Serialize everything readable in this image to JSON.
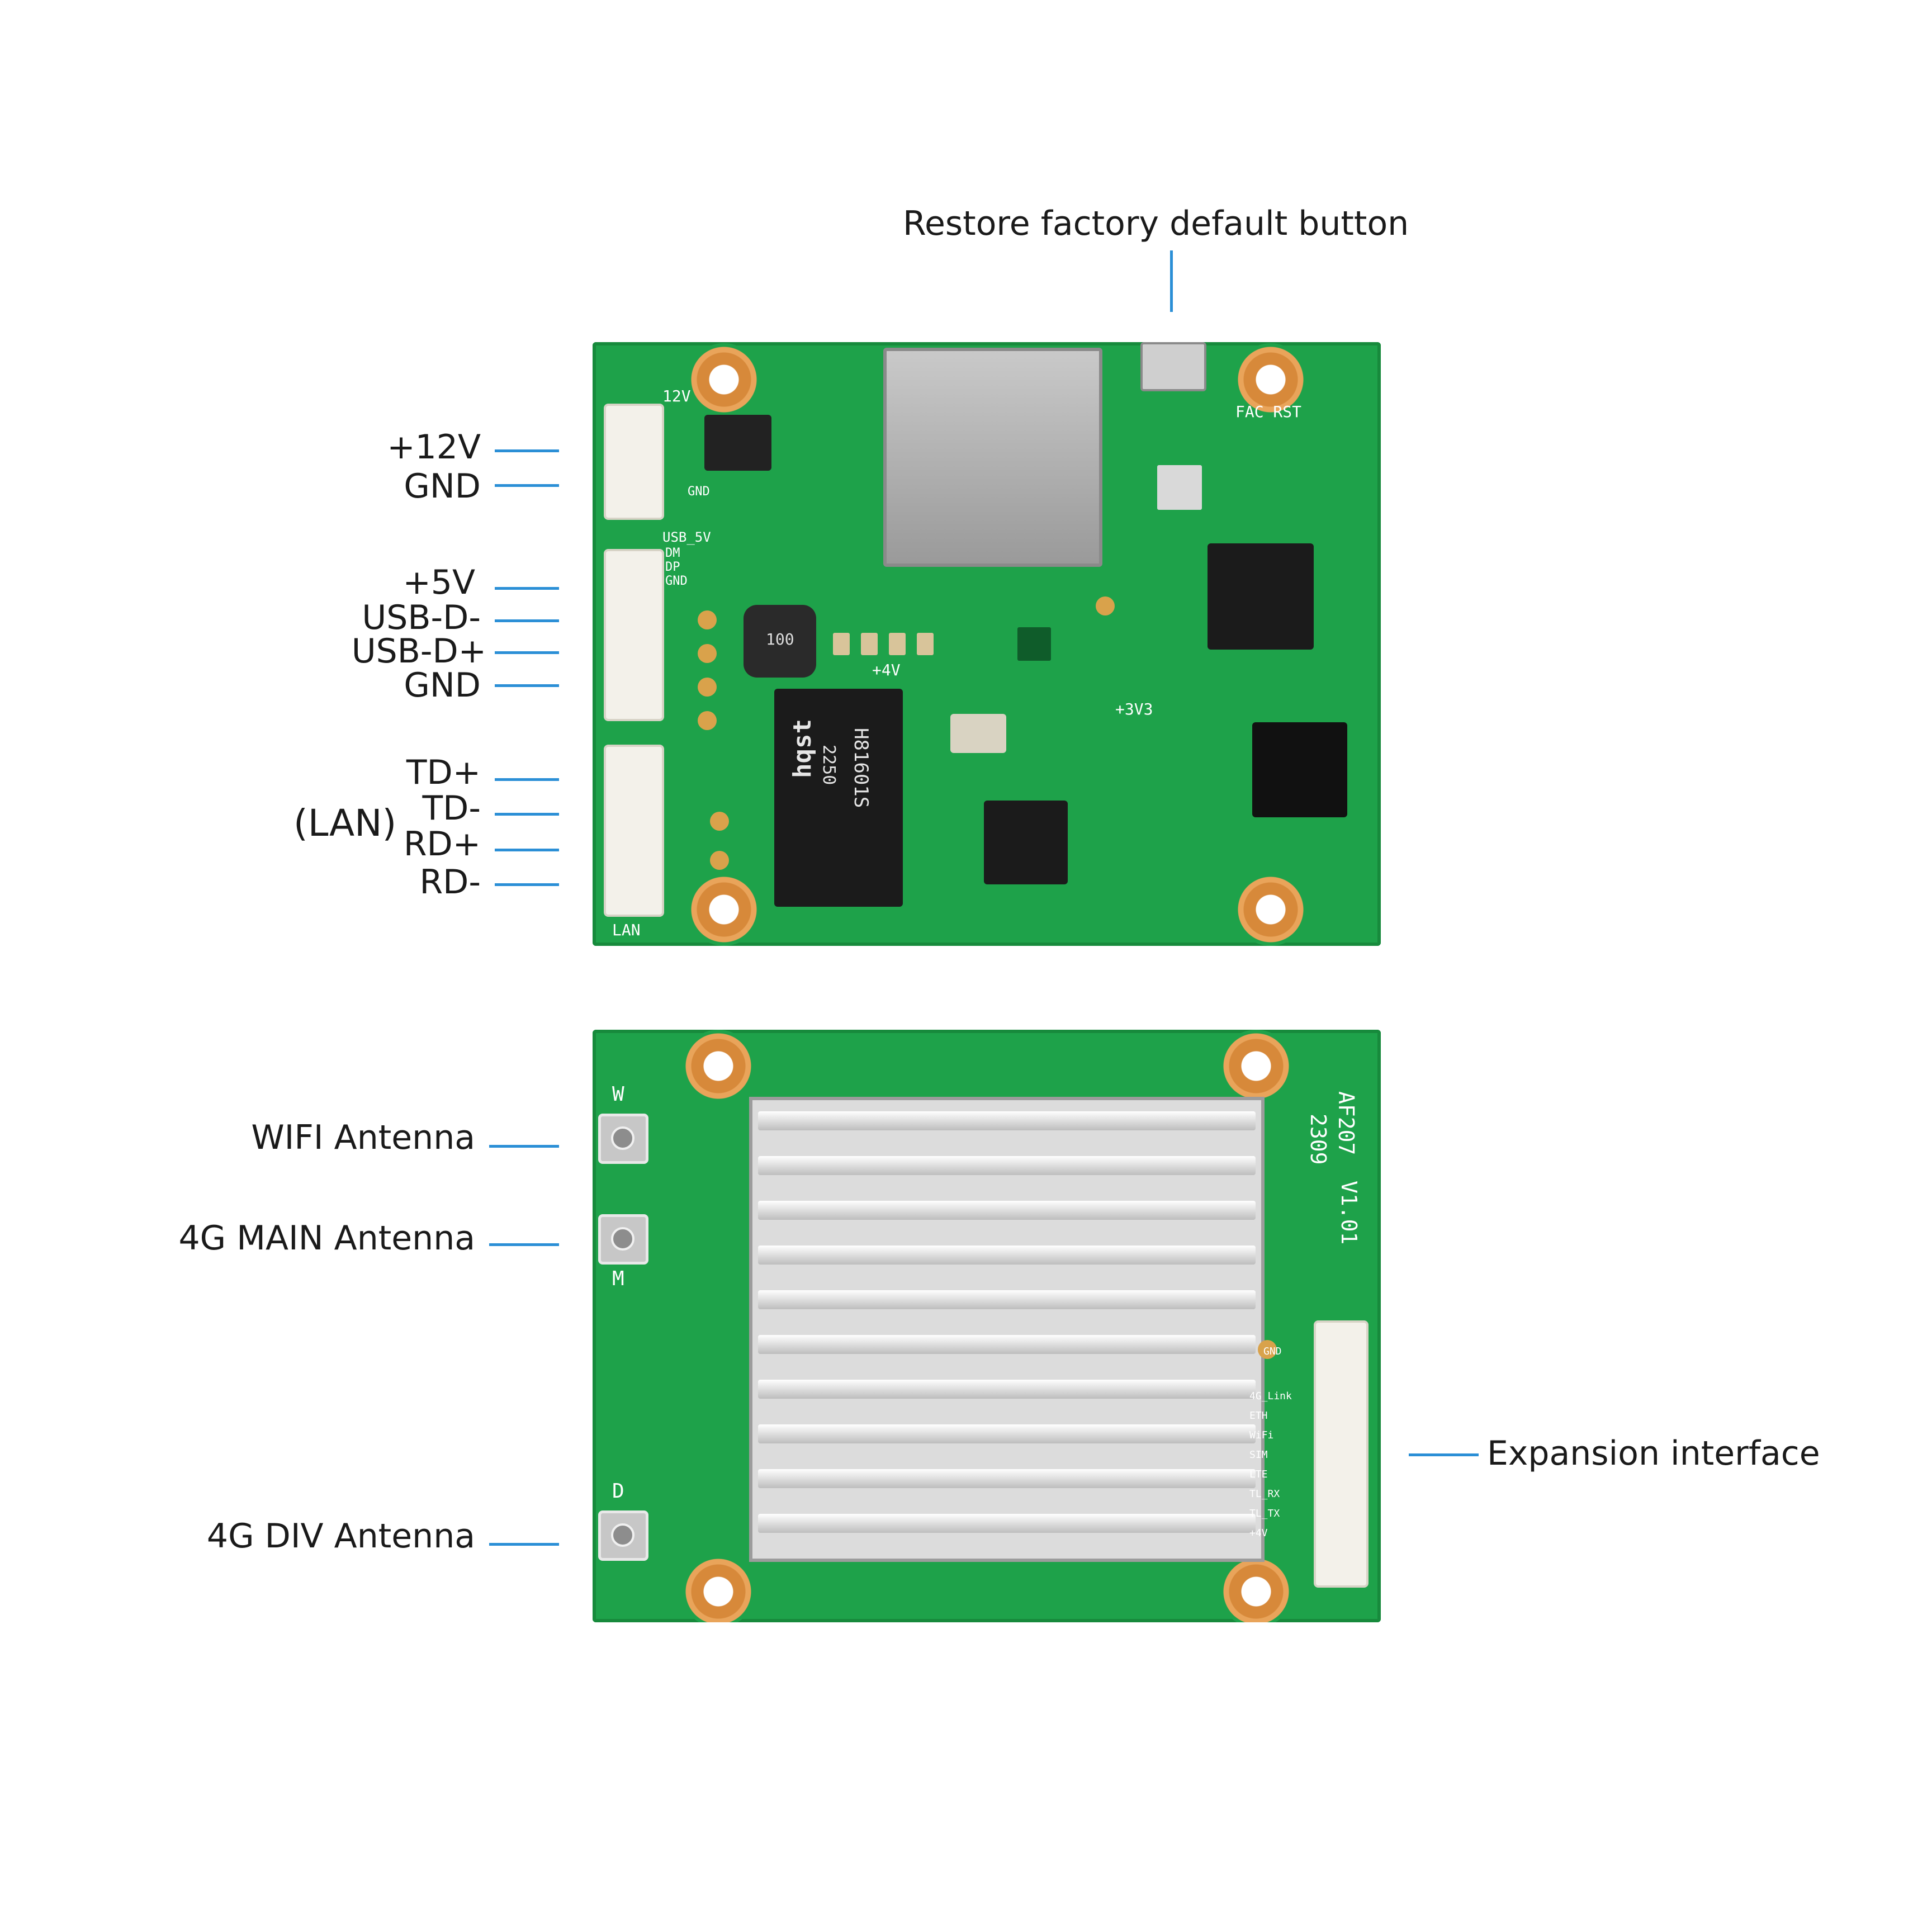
{
  "top_board": {
    "restore_button_label": "Restore factory default button",
    "power_pins": [
      "+12V",
      "GND"
    ],
    "usb_pins": [
      "+5V",
      "USB-D-",
      "USB-D+",
      "GND"
    ],
    "lan_pins": [
      "TD+",
      "TD-",
      "RD+",
      "RD-"
    ],
    "lan_group_label": "(LAN)",
    "silk": {
      "v12": "12V",
      "gnd": "GND",
      "usb5v": "USB_5V",
      "dm": "DM",
      "dp": "DP",
      "gnd2": "GND",
      "fac_rst": "FAC RST",
      "v4": "+4V",
      "v3v3": "+3V3",
      "lan": "LAN",
      "transformer_brand": "hqst",
      "transformer_part": "H81601S",
      "transformer_code": "2250",
      "inductor": "100"
    }
  },
  "bottom_board": {
    "wifi_antenna_label": "WIFI Antenna",
    "main_antenna_label": "4G MAIN Antenna",
    "div_antenna_label": "4G DIV Antenna",
    "expansion_label": "Expansion interface",
    "silk": {
      "w": "W",
      "m": "M",
      "d": "D",
      "model": "AF207",
      "version": "V1.01",
      "code": "2309",
      "exp_pins": [
        "GND",
        "4G_Link",
        "ETH",
        "WiFi",
        "SIM",
        "LTE",
        "TL_RX",
        "TL_TX",
        "+4V"
      ]
    }
  },
  "colors": {
    "pcb": "#1ea24a",
    "leader": "#2b8fd6",
    "pad": "#d9a24b"
  }
}
